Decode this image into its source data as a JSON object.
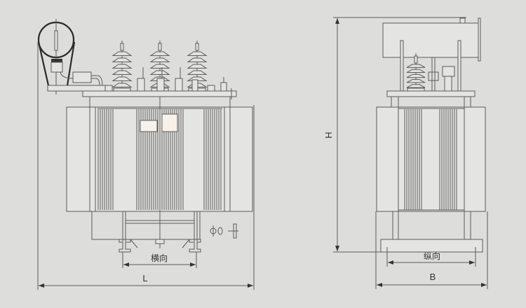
{
  "front_view": {
    "dimension_width_label": "L",
    "dimension_rail_label": "横向"
  },
  "side_view": {
    "dimension_height_label": "H",
    "dimension_depth_label": "B",
    "dimension_rail_label": "纵向"
  },
  "colors": {
    "background": "#dddddc",
    "line": "#5a5a5a",
    "window": "#f8f1ea"
  }
}
